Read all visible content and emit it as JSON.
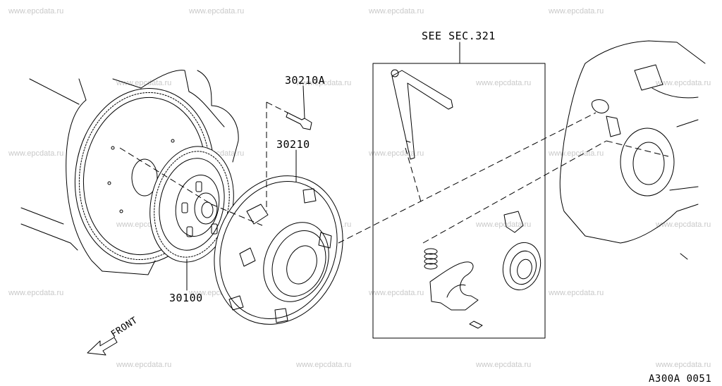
{
  "watermark": "www.epcdata.ru",
  "labels": {
    "see_section": "SEE SEC.321",
    "bolt": "30210A",
    "cover": "30210",
    "disc": "30100",
    "front": "FRONT",
    "figure_code": "A300A 0051"
  }
}
